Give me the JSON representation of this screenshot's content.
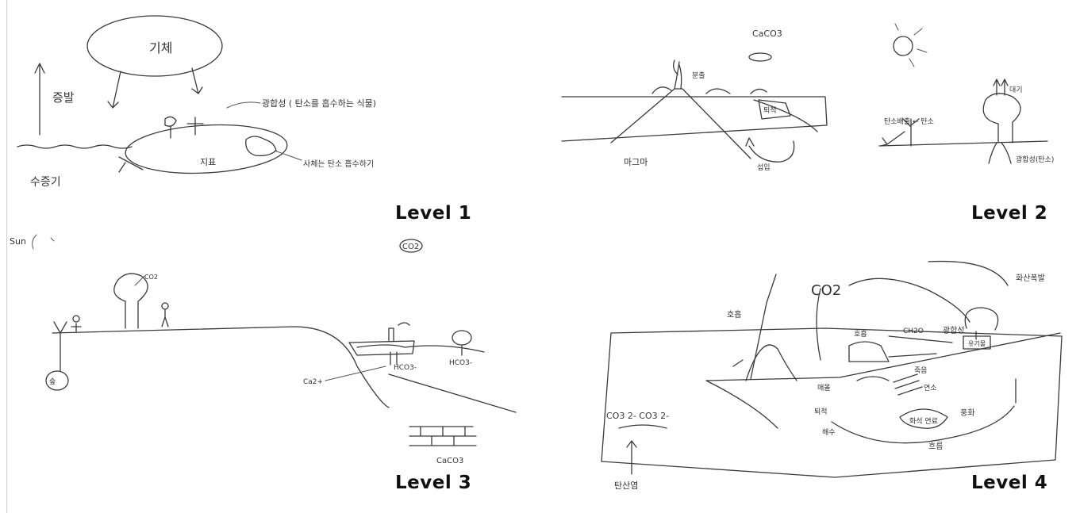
{
  "panels": [
    {
      "id": "level-1",
      "label": "Level 1"
    },
    {
      "id": "level-2",
      "label": "Level 2"
    },
    {
      "id": "level-3",
      "label": "Level 3"
    },
    {
      "id": "level-4",
      "label": "Level 4"
    }
  ],
  "annotations": {
    "l1": {
      "cloud": "기체",
      "evaporation": "증발",
      "water": "수증기",
      "photosynthesis": "광합성 ( 탄소를 흡수하는 식물)",
      "soil": "지표",
      "animal": "사체는 탄소 흡수하기"
    },
    "l2": {
      "top": "CaCO3",
      "volcano": "분출",
      "magma": "마그마",
      "trench": "퇴적",
      "subduction": "섭입",
      "rise": "대기",
      "plant_left": "탄소배출 ← 탄소",
      "ground": "광합성(탄소)"
    },
    "l3": {
      "sun": "Sun",
      "co2_bubble": "CO2",
      "co2_tree": "CO2",
      "root": "숲",
      "ca": "Ca2+",
      "hco3_a": "HCO3-",
      "hco3_b": "HCO3-",
      "caco3": "CaCO3"
    },
    "l4": {
      "co2": "CO2",
      "respiration": "호흡",
      "photosynthesis": "광합성",
      "volcano": "화산폭발",
      "breath": "호흡",
      "organic": "CH2O",
      "tree": "유기물",
      "co3": "CO3 2-  CO3 2-",
      "carbonate": "탄산염",
      "sediment": "퇴적",
      "fossil": "화석 연료",
      "weathering": "풍화",
      "burial": "매몰",
      "flow": "흐름",
      "death": "죽음",
      "fuel": "연소",
      "sea": "해수"
    }
  }
}
